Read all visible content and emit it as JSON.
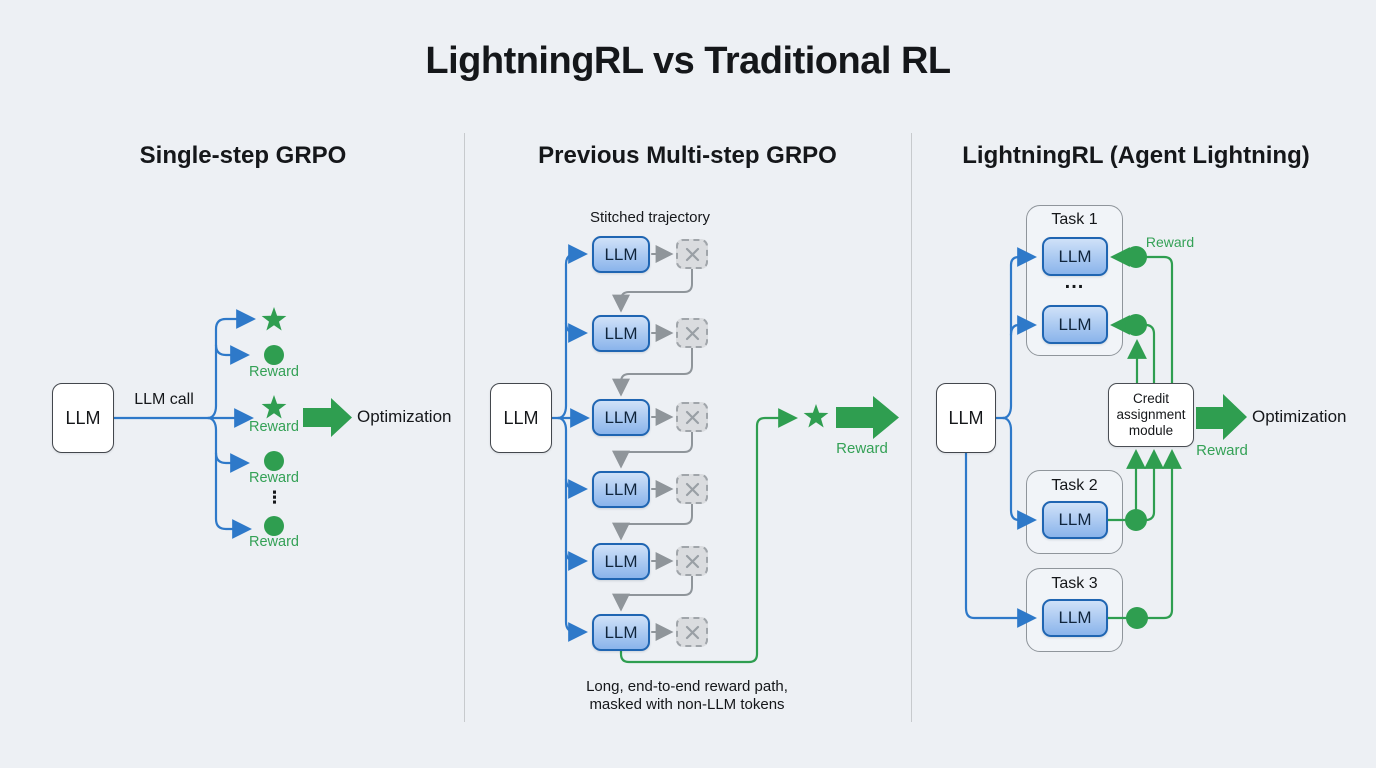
{
  "title": "LightningRL vs Traditional RL",
  "colors": {
    "background": "#edf0f4",
    "text": "#15171a",
    "blue": "#2e79c9",
    "blue_box_border": "#1f65b2",
    "blue_box_fill_top": "#cfe1f8",
    "blue_box_fill_bottom": "#8ab4eb",
    "green": "#2f9e50",
    "green_text": "#34a156",
    "gray": "#8f959a",
    "box_border": "#43474d",
    "container_border": "#8f959b",
    "divider": "#c7cacd",
    "masked_fill": "#dadcdf",
    "masked_border": "#a0a5aa"
  },
  "panels": {
    "single_step": {
      "header": "Single-step GRPO",
      "llm_label": "LLM",
      "llm_call_label": "LLM call",
      "reward_label": "Reward",
      "vertical_ellipsis": "⋮",
      "optimization_label": "Optimization",
      "branch_shapes": [
        "star",
        "circle",
        "star",
        "circle",
        "dots",
        "circle"
      ]
    },
    "multi_step": {
      "header": "Previous Multi-step GRPO",
      "stitched_label": "Stitched trajectory",
      "llm_label": "LLM",
      "step_count": 6,
      "reward_label": "Reward",
      "caption_line1": "Long, end-to-end reward path,",
      "caption_line2": "masked with non-LLM tokens"
    },
    "lightning": {
      "header": "LightningRL (Agent Lightning)",
      "llm_label": "LLM",
      "ellipsis": "...",
      "reward_top_label": "Reward",
      "reward_bottom_label": "Reward",
      "optimization_label": "Optimization",
      "module_lines": [
        "Credit",
        "assignment",
        "module"
      ],
      "tasks": [
        {
          "label": "Task 1"
        },
        {
          "label": "Task 2"
        },
        {
          "label": "Task 3"
        }
      ]
    }
  }
}
